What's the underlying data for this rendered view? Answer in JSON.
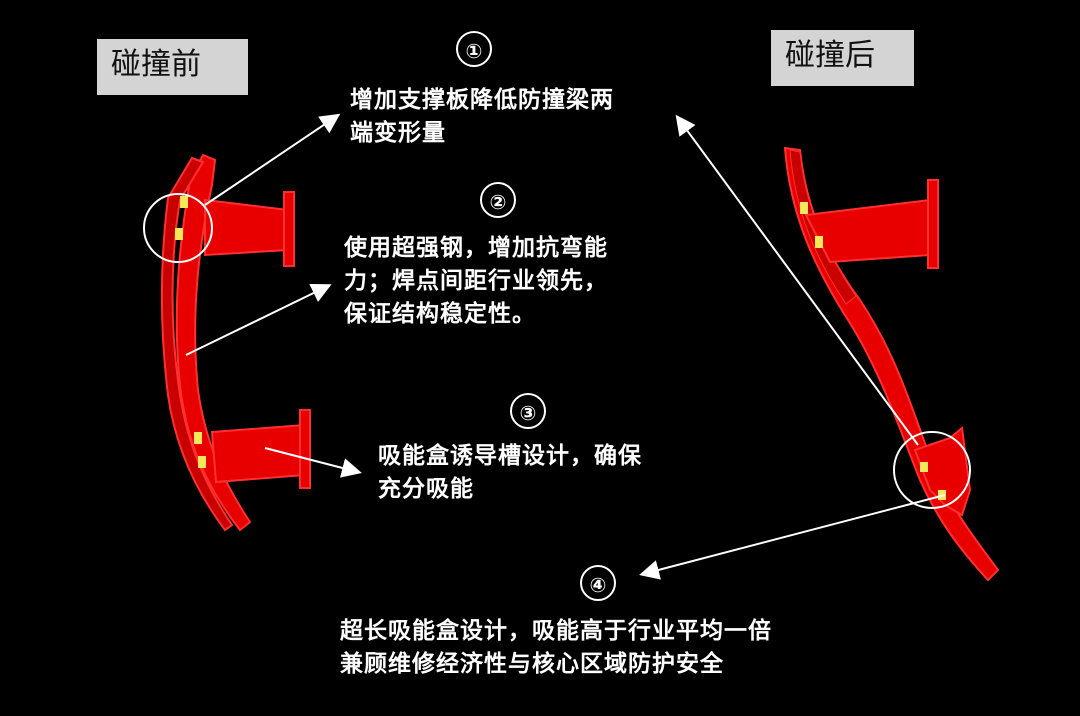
{
  "labels": {
    "before": "碰撞前",
    "after": "碰撞后"
  },
  "annotations": [
    {
      "number": "①",
      "text": "增加支撑板降低防撞梁两\n端变形量"
    },
    {
      "number": "②",
      "text": "使用超强钢，增加抗弯能\n力；焊点间距行业领先，\n保证结构稳定性。"
    },
    {
      "number": "③",
      "text": "吸能盒诱导槽设计，确保\n充分吸能"
    },
    {
      "number": "④",
      "text": "超长吸能盒设计，吸能高于行业平均一倍\n兼顾维修经济性与核心区域防护安全"
    }
  ],
  "colors": {
    "beam": "#e80000",
    "beam_edge": "#ff3030",
    "weld": "#f2e85a",
    "line": "#ffffff",
    "label_bg": "#d4d4d4"
  }
}
